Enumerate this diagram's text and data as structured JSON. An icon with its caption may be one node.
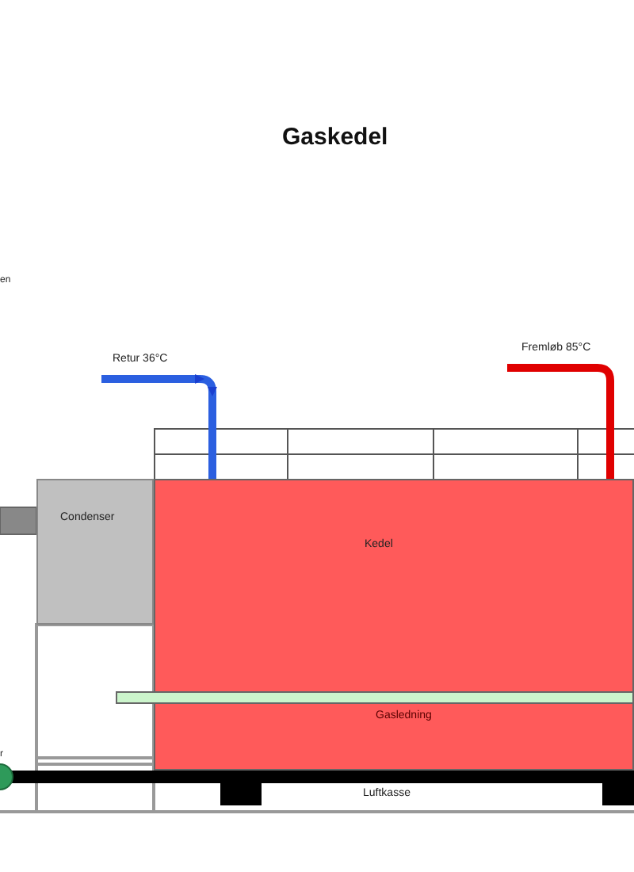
{
  "diagram": {
    "title": "Gaskedel",
    "nodes": [
      {
        "text": [
          "Condenser"
        ]
      },
      {
        "text": [
          "Kedel"
        ]
      },
      {
        "text": [
          "Luftkasse"
        ]
      }
    ],
    "edges": [],
    "labels": [
      "en",
      "Retur 36°C",
      "Fremløb 85°C",
      "Gasledning",
      "r"
    ]
  }
}
